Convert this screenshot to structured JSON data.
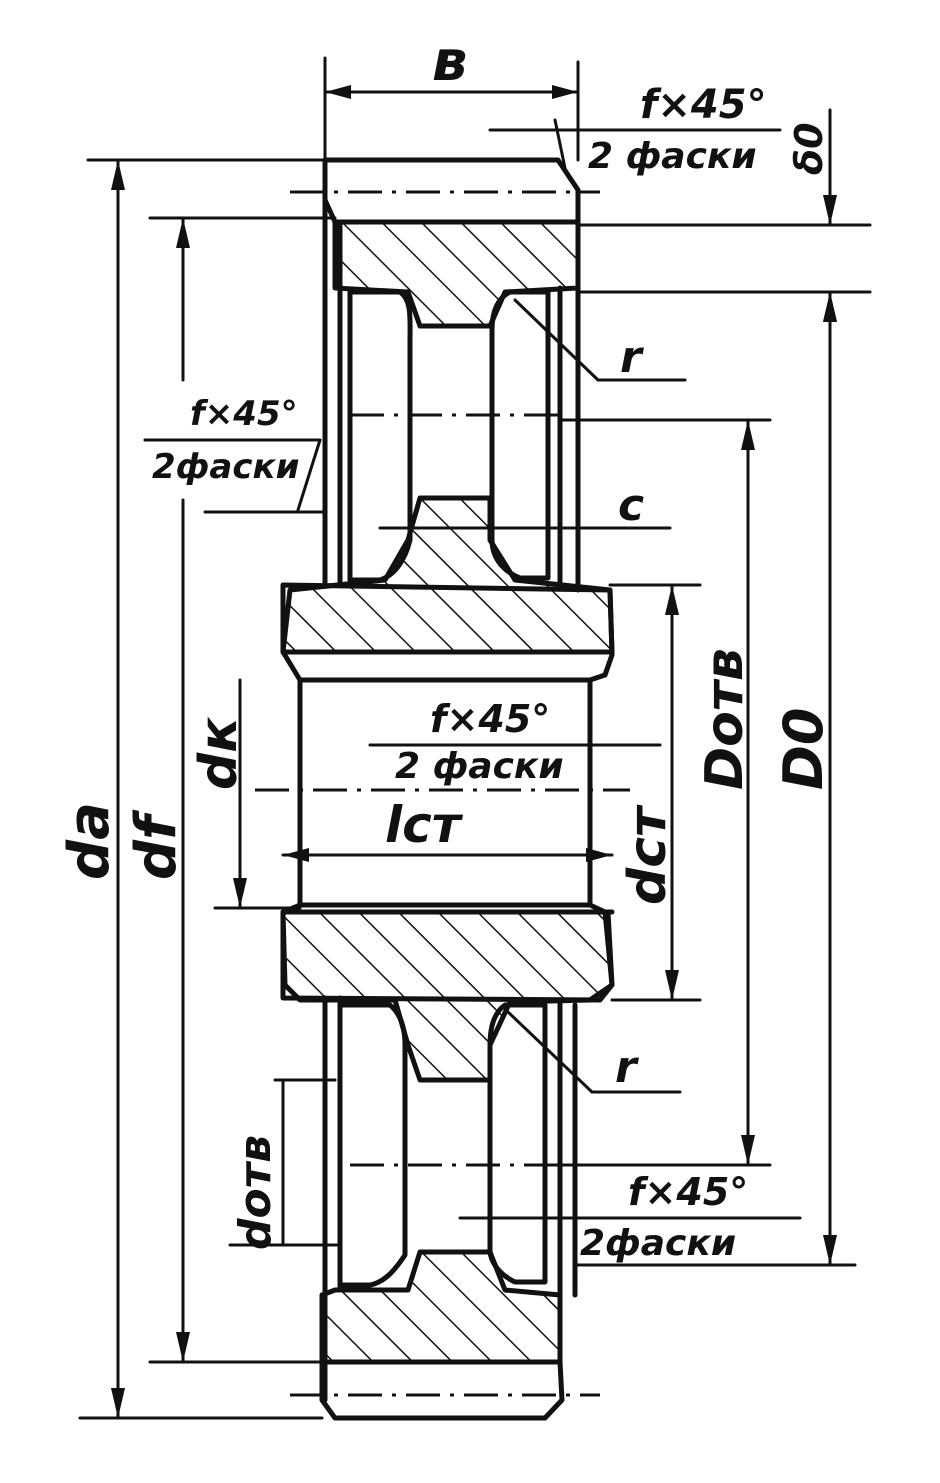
{
  "labels": {
    "b": "в",
    "chamfer_top": "f×45°",
    "chamfer_top_note": "2 фаски",
    "delta0": "δ0",
    "r_top": "r",
    "chamfer_left": "f×45°",
    "chamfer_left_note": "2фаски",
    "c": "c",
    "dk": "dк",
    "chamfer_bore": "f×45°",
    "chamfer_bore_note": "2 фаски",
    "lst": "lст",
    "dst": "dст",
    "Dotv": "Dотв",
    "D0": "D0",
    "da": "da",
    "df": "df",
    "r_bottom": "r",
    "dotv": "dотв",
    "chamfer_bottom": "f×45°",
    "chamfer_bottom_note": "2фаски"
  }
}
